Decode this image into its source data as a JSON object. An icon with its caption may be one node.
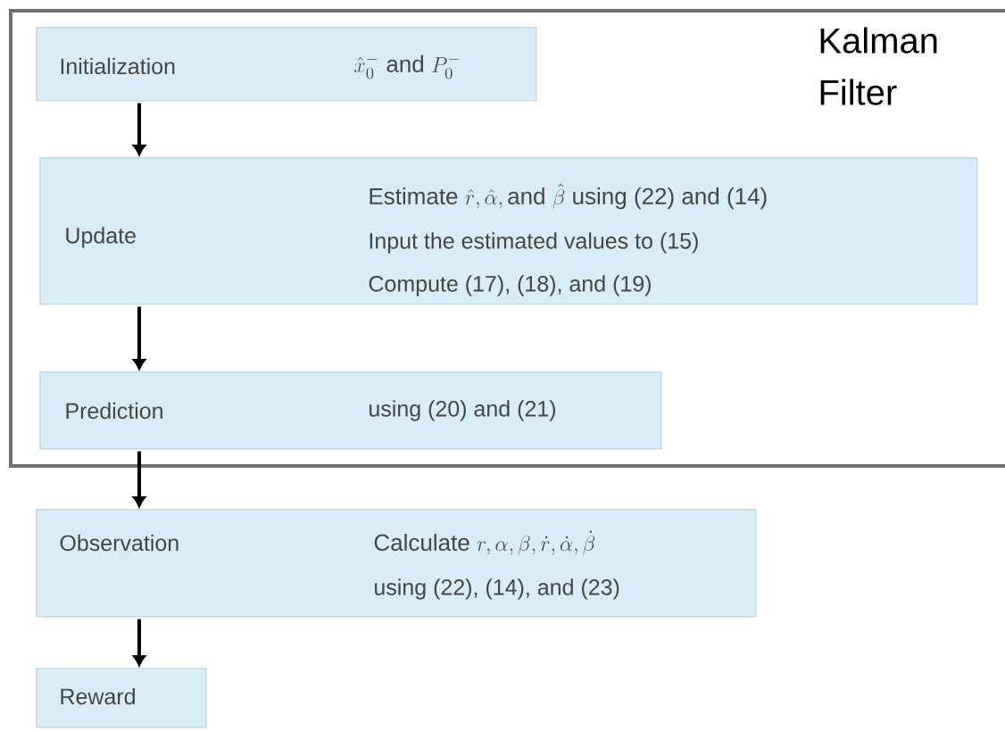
{
  "diagram": {
    "nodes": [
      {
        "text": [
          "Kalman Filter"
        ]
      },
      {
        "text": [
          "Initialization",
          "\\hat{x}_0^- \\text{ and } P_0^-"
        ],
        "in": 0
      },
      {
        "text": [
          "Update",
          "\\text{Estimate } \\hat{r}, \\hat{\\alpha}, \\text{and } \\hat{\\beta} \\text{ using (22) and (14)}",
          "Input the estimated values to (15)",
          "Compute (17), (18), and (19)"
        ],
        "in": 0
      },
      {
        "text": [
          "Prediction",
          "using (20) and (21)"
        ],
        "in": 0
      },
      {
        "text": [
          "Observation",
          "\\text{Calculate } r, \\alpha, \\beta, \\dot{r}, \\dot{\\alpha}, \\dot{\\beta}",
          "using (22), (14), and (23)"
        ]
      },
      {
        "text": [
          "Reward"
        ]
      }
    ],
    "edges": [
      {
        "from": 1,
        "to": 2,
        "arrow": "to"
      },
      {
        "from": 2,
        "to": 3,
        "arrow": "to"
      },
      {
        "from": 3,
        "to": 4,
        "arrow": "to"
      },
      {
        "from": 4,
        "to": 5,
        "arrow": "to"
      }
    ]
  }
}
